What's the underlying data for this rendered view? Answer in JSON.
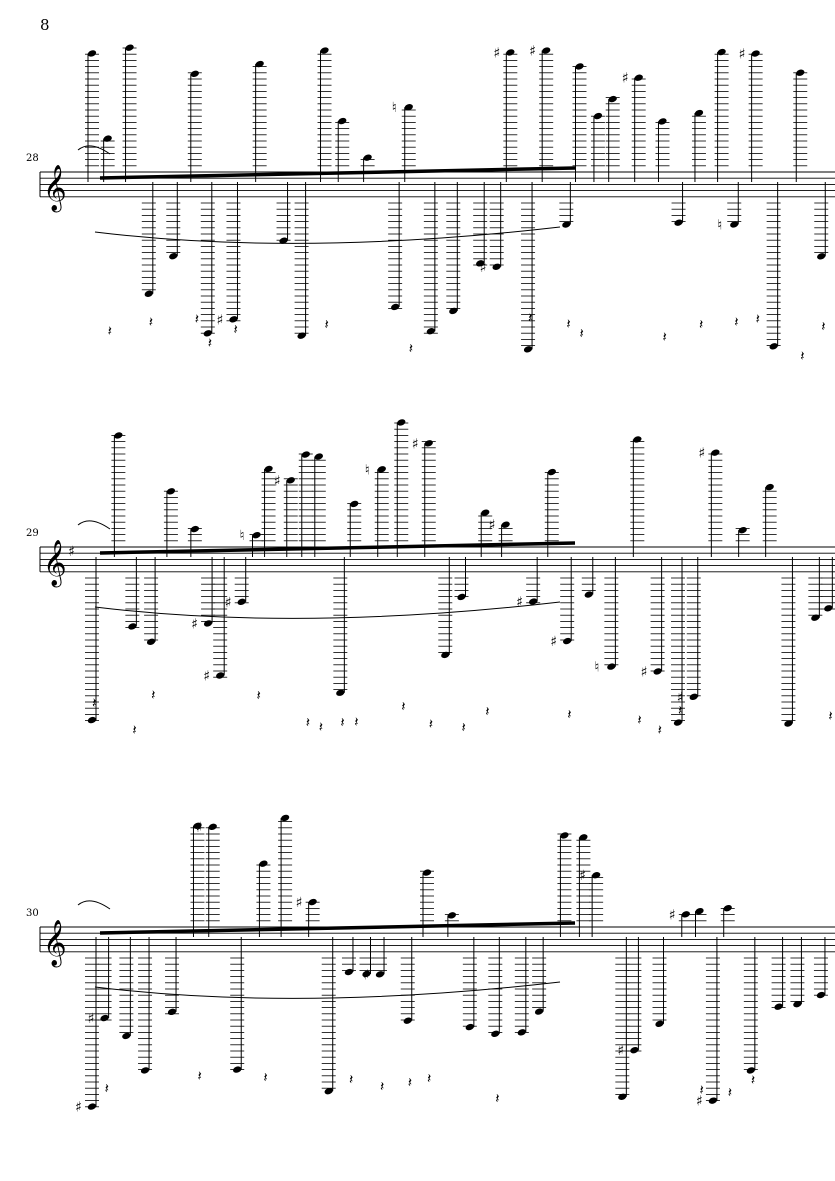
{
  "page": {
    "number": "8"
  },
  "systems": [
    {
      "measure_number": "28",
      "key_signature": "",
      "clef": "treble"
    },
    {
      "measure_number": "29",
      "key_signature": "sharp",
      "clef": "treble"
    },
    {
      "measure_number": "30",
      "key_signature": "",
      "clef": "treble"
    }
  ],
  "glyphs": {
    "clef": "𝄞",
    "sharp": "♯",
    "natural": "♮",
    "rest": "𝄽"
  }
}
